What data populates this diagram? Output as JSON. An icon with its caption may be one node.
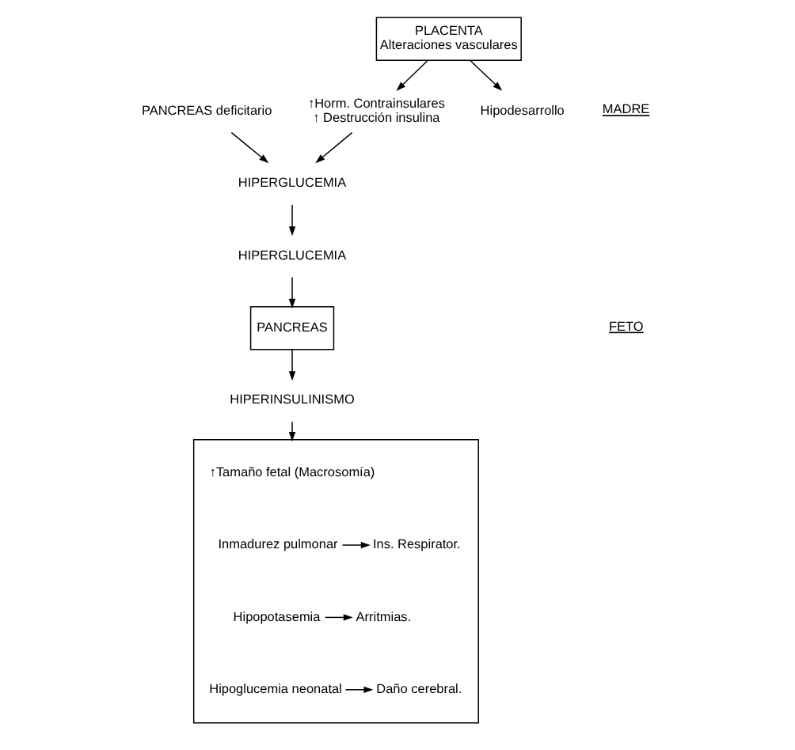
{
  "diagram": {
    "nodes": [
      {
        "text": [
          "PANCREAS deficitario"
        ]
      },
      {
        "text": [
          "HIPERGLUCEMIA"
        ]
      },
      {
        "text": [
          "↑Horm. Contrainsulares",
          "↑ Destrucción insulina"
        ]
      },
      {
        "text": [
          "PLACENTA",
          "Alteraciones vasculares"
        ]
      },
      {
        "text": [
          "HIPERGLUCEMIA"
        ]
      },
      {
        "text": [
          "PANCREAS"
        ]
      },
      {
        "text": [
          "HIPERINSULINISMO"
        ]
      },
      {
        "text": [
          "Hipodesarrollo"
        ]
      },
      {
        "text": [],
        "shape": "box"
      },
      {
        "text": [
          "↑Tamaño fetal (Macrosomía)"
        ],
        "in": 8
      },
      {
        "text": [
          "Inmadurez pulmonar"
        ],
        "in": 8
      },
      {
        "text": [
          "Ins. Respirator."
        ],
        "in": 8
      },
      {
        "text": [
          "Hipopotasemia"
        ],
        "in": 8
      },
      {
        "text": [
          "Arritmias."
        ],
        "in": 8
      },
      {
        "text": [
          "Hipoglucemia neonatal"
        ],
        "in": 8
      },
      {
        "text": [
          "Daño cerebral."
        ],
        "in": 8
      }
    ],
    "edges": [
      {
        "from": 0,
        "to": 1,
        "arrow": "to"
      },
      {
        "from": 2,
        "to": 1,
        "arrow": "to"
      },
      {
        "from": 3,
        "to": 2,
        "arrow": "to"
      },
      {
        "from": 1,
        "to": 4,
        "arrow": "to"
      },
      {
        "from": 4,
        "to": 5,
        "arrow": "to"
      },
      {
        "from": 5,
        "to": 6,
        "arrow": "to"
      },
      {
        "from": 6,
        "to": 8,
        "arrow": "to"
      },
      {
        "from": 3,
        "to": 7,
        "arrow": "to"
      },
      {
        "from": 10,
        "to": 11,
        "arrow": "to"
      },
      {
        "from": 12,
        "to": 13,
        "arrow": "to"
      },
      {
        "from": 14,
        "to": 15,
        "arrow": "to"
      }
    ],
    "labels": [
      "MADRE",
      "FETO"
    ]
  }
}
